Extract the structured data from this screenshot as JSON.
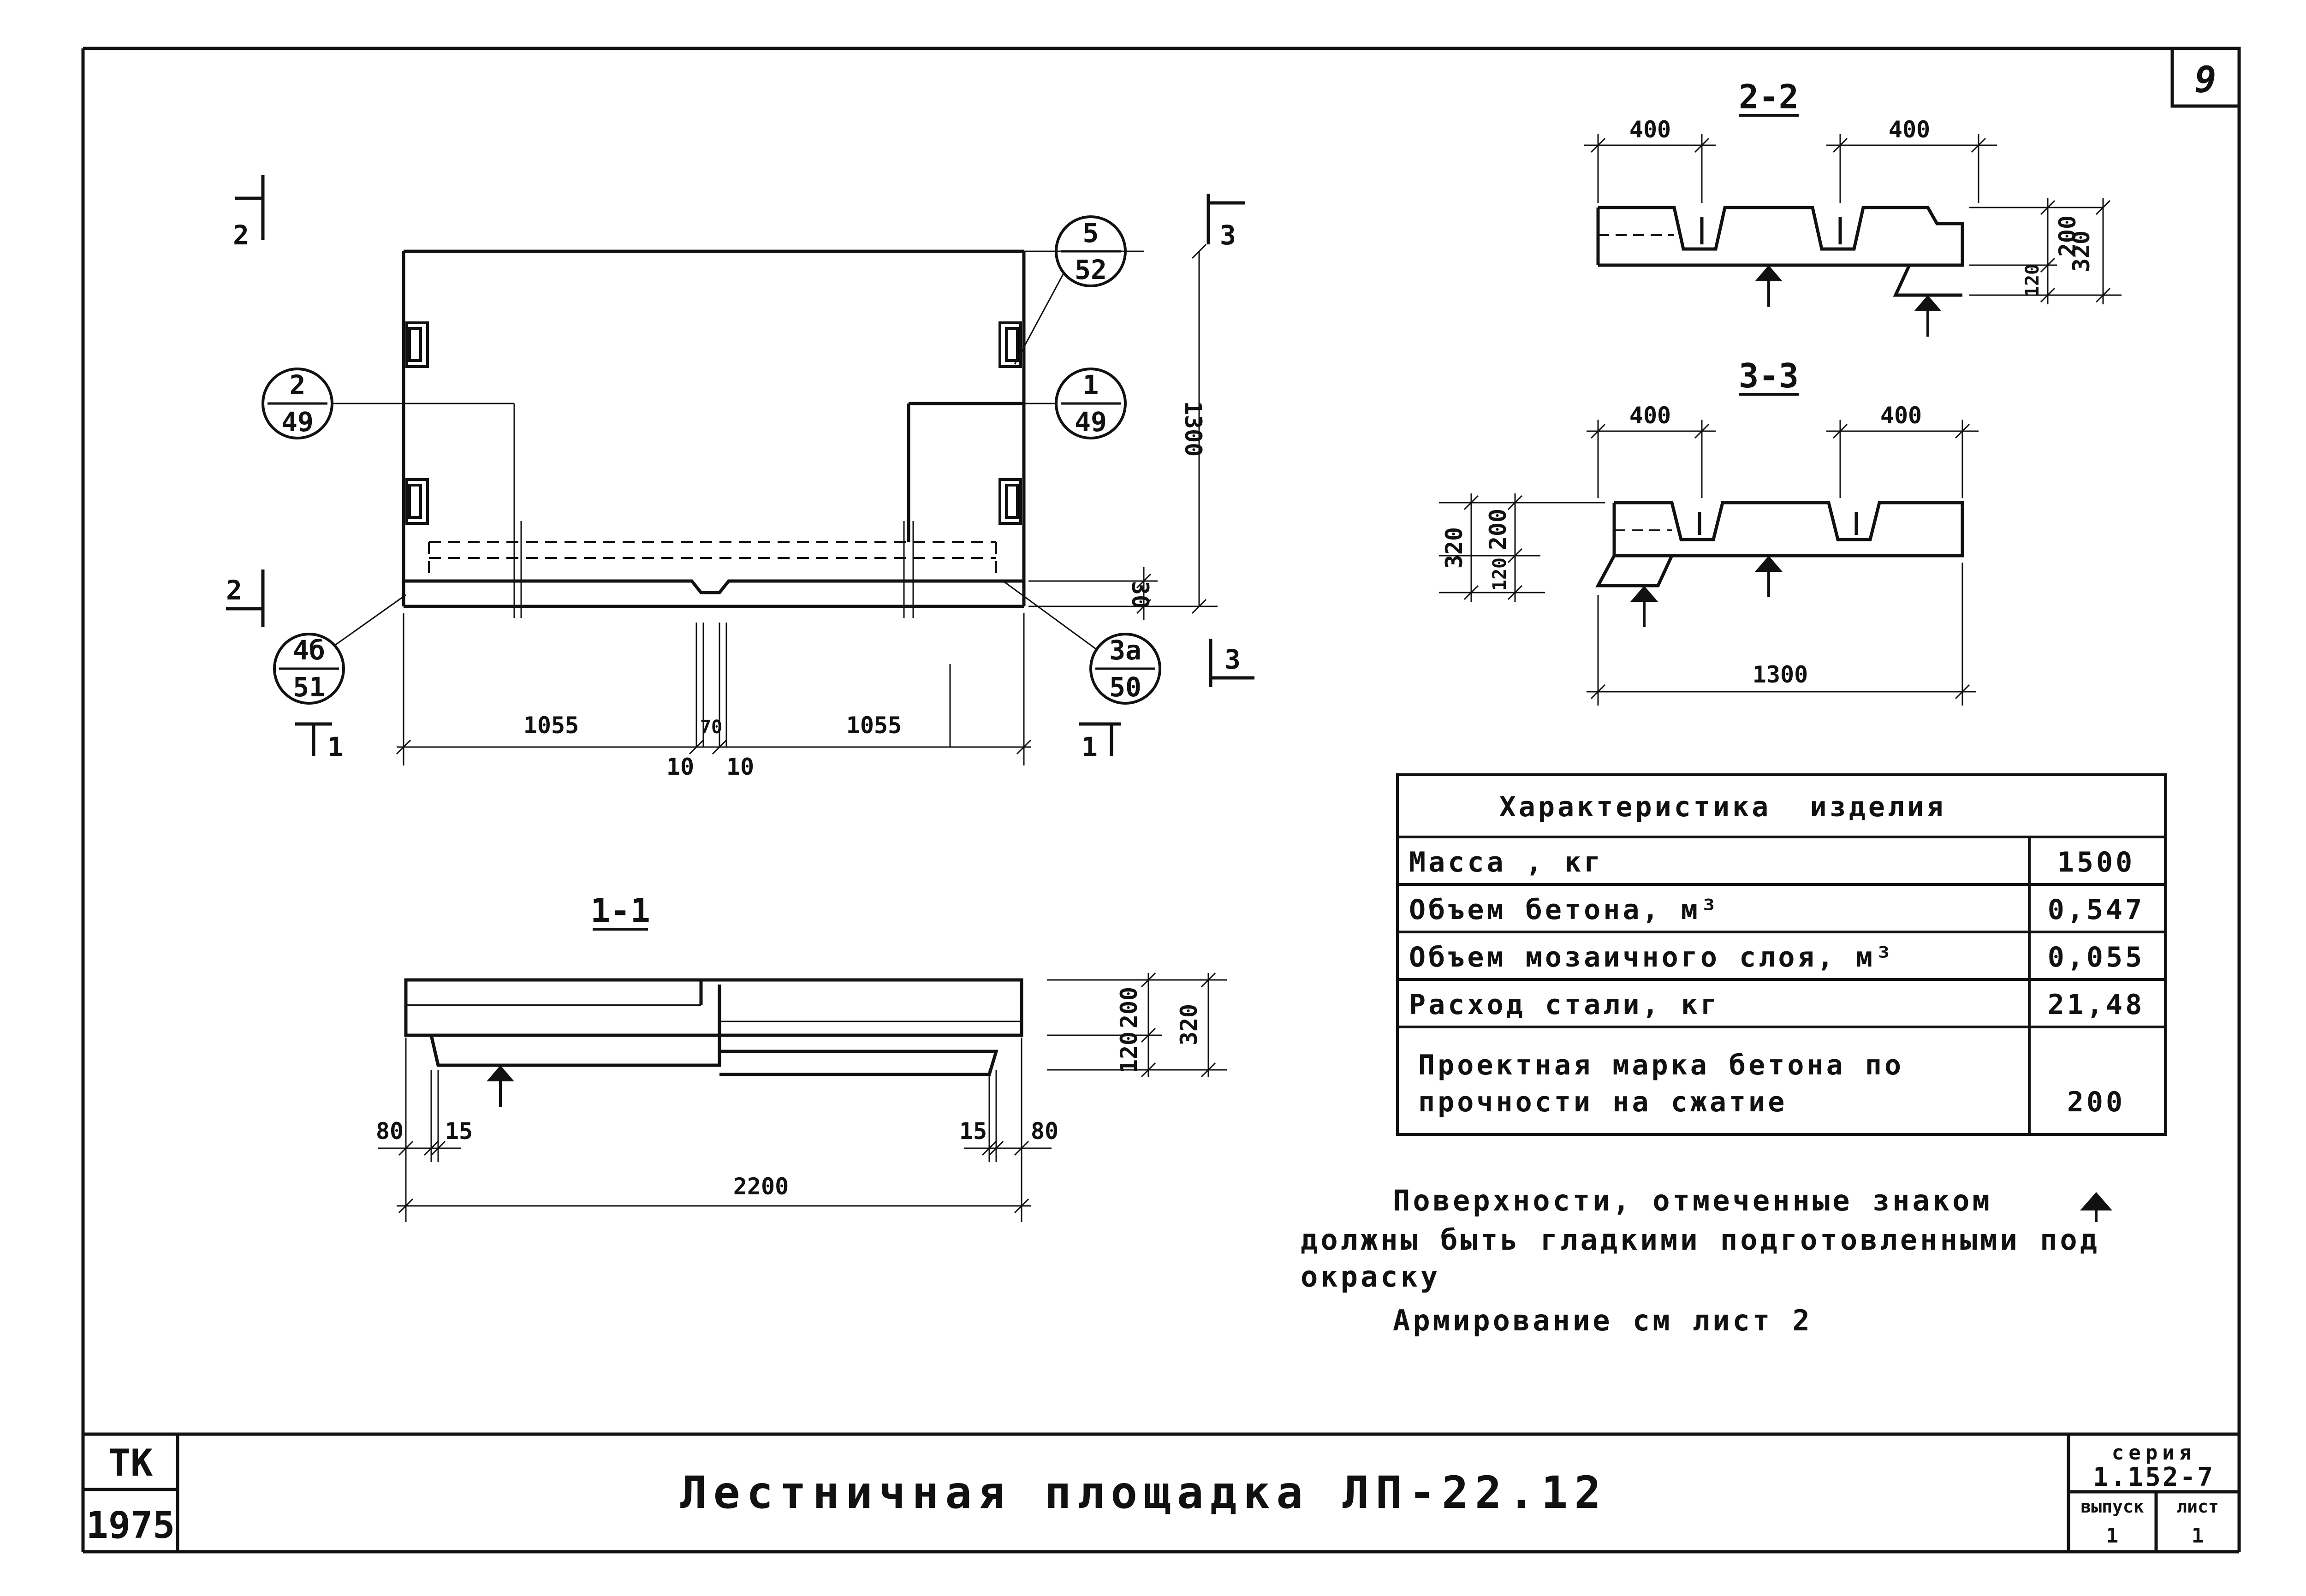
{
  "sheet_number": "9",
  "plan": {
    "callouts": {
      "c5_52": {
        "top": "5",
        "bottom": "52"
      },
      "c2_49": {
        "top": "2",
        "bottom": "49"
      },
      "c1_49": {
        "top": "1",
        "bottom": "49"
      },
      "c4b_51": {
        "top": "4б",
        "bottom": "51"
      },
      "c3a_50": {
        "top": "3а",
        "bottom": "50"
      }
    },
    "section_marks": {
      "s2_top": "2",
      "s2_bottom": "2",
      "s3_top": "3",
      "s3_bottom": "3",
      "s1_left": "1",
      "s1_right": "1"
    },
    "dims": {
      "d1055_left": "1055",
      "d1055_right": "1055",
      "d70": "70",
      "d10a": "10",
      "d10b": "10",
      "d1300": "1300",
      "d30": "30"
    }
  },
  "section_1_1": {
    "label": "1-1",
    "dims": {
      "d200": "200",
      "d120": "120",
      "d320": "320",
      "d80_left": "80",
      "d15_left": "15",
      "d15_right": "15",
      "d80_right": "80",
      "d2200": "2200"
    }
  },
  "section_2_2": {
    "label": "2-2",
    "dims": {
      "d400_left": "400",
      "d400_right": "400",
      "d200": "200",
      "d320": "320",
      "d120": "120"
    }
  },
  "section_3_3": {
    "label": "3-3",
    "dims": {
      "d400_left": "400",
      "d400_right": "400",
      "d320": "320",
      "d200": "200",
      "d120": "120",
      "d1300": "1300"
    }
  },
  "table": {
    "header": "Характеристика  изделия",
    "rows": [
      {
        "label": "Масса , кг",
        "value": "1500"
      },
      {
        "label": "Объем бетона, м³",
        "value": "0,547"
      },
      {
        "label": "Объем мозаичного слоя, м³",
        "value": "0,055"
      },
      {
        "label": "Расход стали, кг",
        "value": "21,48"
      },
      {
        "label": "Проектная марка бетона по",
        "label2": "прочности на сжатие",
        "value": "200"
      }
    ]
  },
  "notes": {
    "line1": "Поверхности, отмеченные знаком",
    "line2": "должны быть гладкими подготовленными под",
    "line3": "окраску",
    "line4": "Армирование см лист 2"
  },
  "title_block": {
    "org_top": "ТК",
    "org_bottom": "1975",
    "title": "Лестничная площадка ЛП-22.12",
    "series_label": "серия",
    "series_value": "1.152-7",
    "issue_label": "выпуск",
    "issue_value": "1",
    "sheet_label": "лист",
    "sheet_value": "1"
  }
}
